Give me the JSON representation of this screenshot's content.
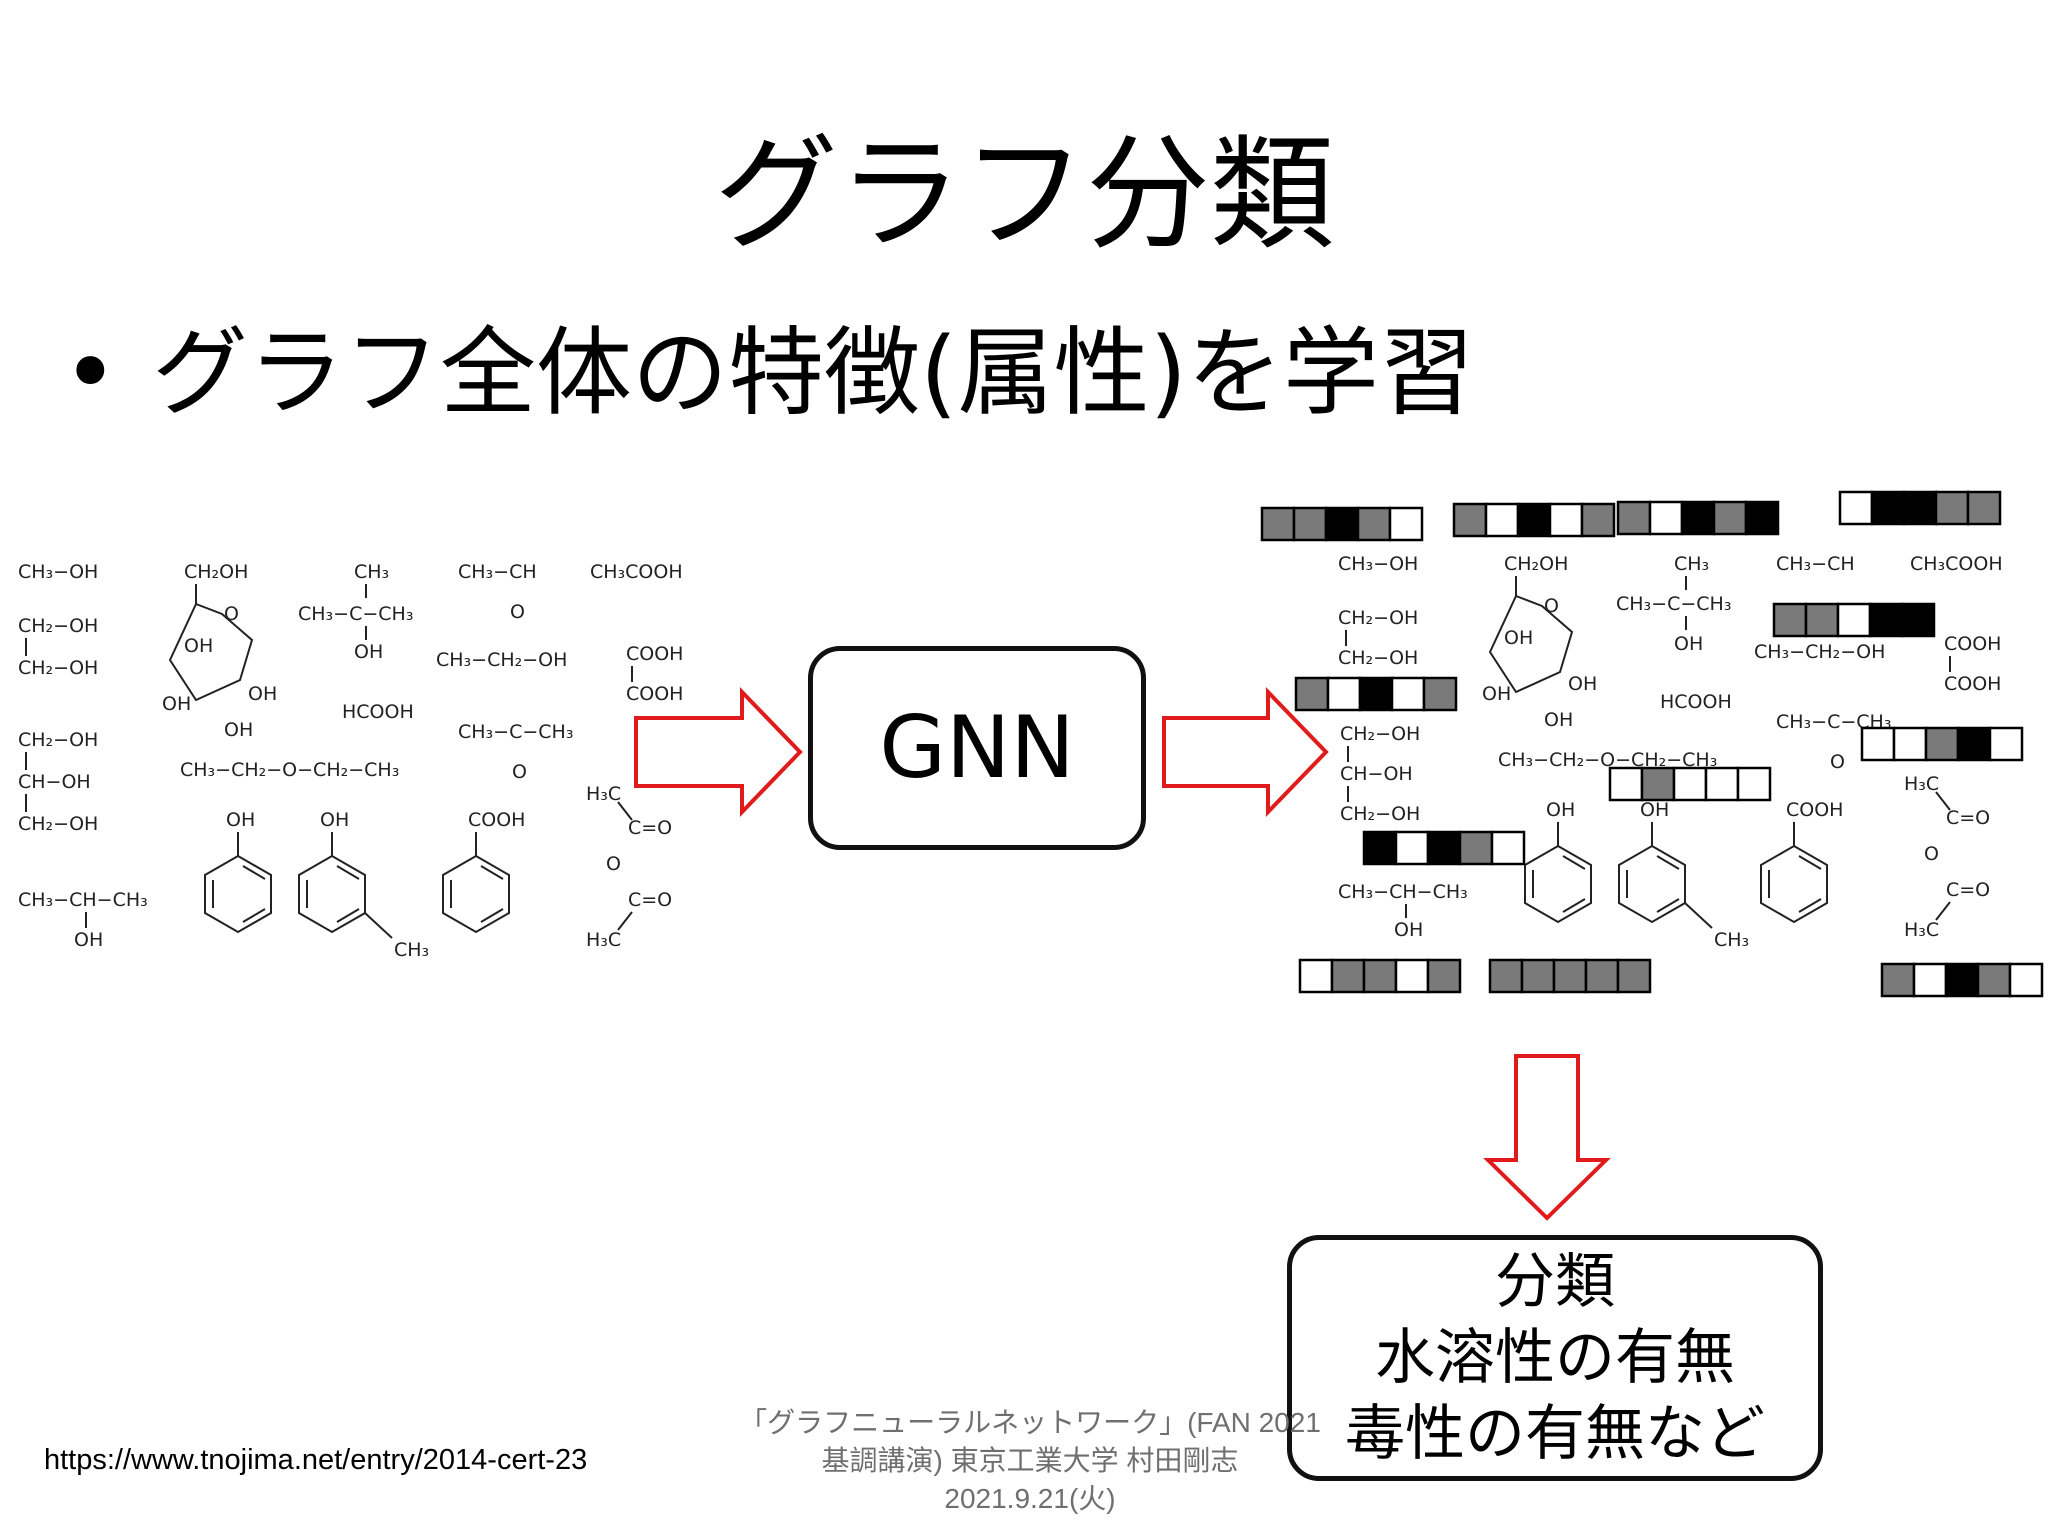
{
  "title": "グラフ分類",
  "bullet": {
    "marker": "•",
    "text": "グラフ全体の特徴(属性)を学習"
  },
  "molecules": {
    "m1": "CH₃−OH",
    "m2a": "CH₂−OH",
    "m2b": "CH₂−OH",
    "m3a": "CH₂−OH",
    "m3b": "CH−OH",
    "m3c": "CH₂−OH",
    "m4a": "CH₃−CH−CH₃",
    "m4b": "OH",
    "sugar_top": "CH₂OH",
    "sugar_o": "O",
    "sugar_oh": "OH",
    "tb_top": "CH₃",
    "tb_mid": "CH₃−C−CH₃",
    "tb_bot": "OH",
    "formic": "HCOOH",
    "ether": "CH₃−CH₂−O−CH₂−CH₃",
    "ald_top": "CH₃−CH",
    "ald_o": "O",
    "ethanol": "CH₃−CH₂−OH",
    "acetone": "CH₃−C−CH₃",
    "acetone_o": "O",
    "acetic": "CH₃COOH",
    "oxalic_top": "COOH",
    "oxalic_bot": "COOH",
    "anh_h3c": "H₃C",
    "anh_co": "C=O",
    "anh_o": "O",
    "phenol_oh": "OH",
    "cresol_oh": "OH",
    "cresol_ch3": "CH₃",
    "benzoic": "COOH"
  },
  "gnn_label": "GNN",
  "feature_vector_colors": {
    "white": "#ffffff",
    "gray": "#7a7a7a",
    "black": "#000000"
  },
  "result": {
    "line1": "分類",
    "line2": "水溶性の有無",
    "line3": "毒性の有無など"
  },
  "source_url": "https://www.tnojima.net/entry/2014-cert-23",
  "credit": {
    "line1": "「グラフニューラルネットワーク」(FAN 2021",
    "line2": "基調講演) 東京工業大学 村田剛志",
    "line3": "2021.9.21(火)"
  },
  "arrow_color": "#e11b1b"
}
